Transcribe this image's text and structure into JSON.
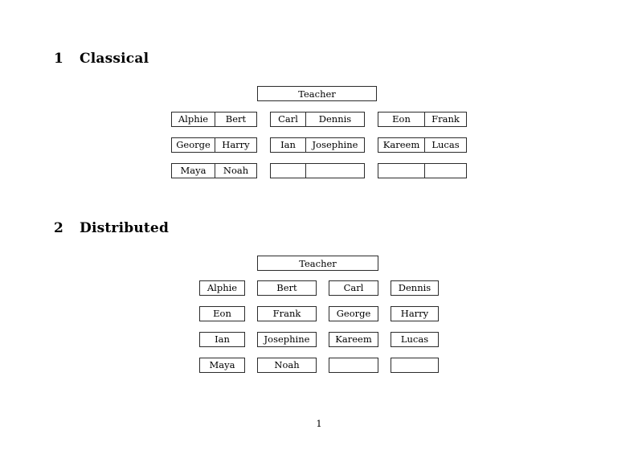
{
  "document": {
    "page_number": "1"
  },
  "sections": [
    {
      "number": "1",
      "title": "Classical",
      "teacher_label": "Teacher",
      "groups": [
        {
          "name": "group-left",
          "rows": [
            {
              "left": "Alphie",
              "right": "Bert"
            },
            {
              "left": "George",
              "right": "Harry"
            },
            {
              "left": "Maya",
              "right": "Noah"
            }
          ]
        },
        {
          "name": "group-middle",
          "rows": [
            {
              "left": "Carl",
              "right": "Dennis"
            },
            {
              "left": "Ian",
              "right": "Josephine"
            },
            {
              "left": "",
              "right": ""
            }
          ]
        },
        {
          "name": "group-right",
          "rows": [
            {
              "left": "Eon",
              "right": "Frank"
            },
            {
              "left": "Kareem",
              "right": "Lucas"
            },
            {
              "left": "",
              "right": ""
            }
          ]
        }
      ]
    },
    {
      "number": "2",
      "title": "Distributed",
      "teacher_label": "Teacher",
      "rows": [
        [
          "Alphie",
          "Bert",
          "Carl",
          "Dennis"
        ],
        [
          "Eon",
          "Frank",
          "George",
          "Harry"
        ],
        [
          "Ian",
          "Josephine",
          "Kareem",
          "Lucas"
        ],
        [
          "Maya",
          "Noah",
          "",
          ""
        ]
      ]
    }
  ],
  "colors": {
    "border": "#2b2b2b",
    "text": "#000000",
    "background": "#ffffff"
  }
}
